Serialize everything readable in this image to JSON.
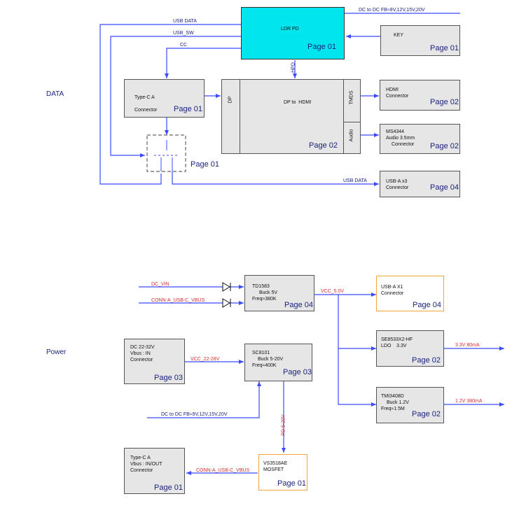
{
  "sections": {
    "data": "DATA",
    "power": "Power"
  },
  "data_blocks": {
    "ldr": {
      "title": "LDR PD",
      "page": "Page 01"
    },
    "key": {
      "title": "KEY",
      "page": "Page 01"
    },
    "typec": {
      "line1": "Type-C A",
      "line2": "Connector",
      "page": "Page 01"
    },
    "switch": {
      "page": "Page 01"
    },
    "dp_hdmi": {
      "title": "DP to  HDMI",
      "page": "Page 02",
      "dp": "DP",
      "tmds": "TMDS",
      "audio": "Audio"
    },
    "hdmi": {
      "line1": "HDMI",
      "line2": "Connector",
      "page": "Page 02"
    },
    "ms4344": {
      "line1": "MS4344",
      "line2": "Audio 3.5mm",
      "line3": "Connector",
      "page": "Page 02"
    },
    "usba3": {
      "line1": "USB-A x3",
      "line2": "Connector",
      "page": "Page 04"
    }
  },
  "data_labels": {
    "dc_fb": "DC to DC FB≈9V,12V,15V,20V",
    "usb_data": "USB DATA",
    "usb_sw": "USB_SW",
    "cc": "CC",
    "hpd": "HPD",
    "usb_data2": "USB DATA"
  },
  "power_blocks": {
    "td1583": {
      "line1": "TD1583",
      "line2": "Buck 5V",
      "line3": "Freq≈380K",
      "page": "Page 04"
    },
    "usba1": {
      "line1": "USB-A X1",
      "line2": "Connector",
      "page": "Page 04"
    },
    "dc2232": {
      "line1": "DC 22-32V",
      "line2": "Vbus : IN",
      "line3": "Connector",
      "page": "Page 03"
    },
    "sc8101": {
      "line1": "SC8101",
      "line2": "Buck 5-20V",
      "line3": "Freq≈400K",
      "page": "Page 03"
    },
    "se8533": {
      "line1": "SE8533X2-HF",
      "line2": "LDO    3.3V",
      "page": "Page 02"
    },
    "tmi3408": {
      "line1": "TMI3408D",
      "line2": "Buck 1.2V",
      "line3": "Freq≈1.5M",
      "page": "Page 02"
    },
    "typec_io": {
      "line1": "Type-C A",
      "line2": "Vbus : IN/OUT",
      "line3": "Connector",
      "page": "Page 01"
    },
    "vs3518": {
      "line1": "VS3518AE",
      "line2": "MOSFET",
      "page": "Page 01"
    }
  },
  "power_labels": {
    "dc_vin": "DC_VIN",
    "conn_vbus": "CONN-A_USB-C_VBUS",
    "vcc_5v": "VCC_5.0V",
    "vcc_22_28": "VCC_22-28V",
    "out_33": "3.3V 80mA",
    "out_12": "1.2V 380mA",
    "dc_fb": "DC to DC FB≈9V,12V,15V,20V",
    "pd_5_20": "PD 5-20V",
    "conn_vbus2": "CONN-A_USB-C_VBUS"
  },
  "colors": {
    "wire": "#3b4bff",
    "cyan_block": "#00e5ee",
    "orange_border": "#f0a63a",
    "red_label": "#d32f2f"
  }
}
